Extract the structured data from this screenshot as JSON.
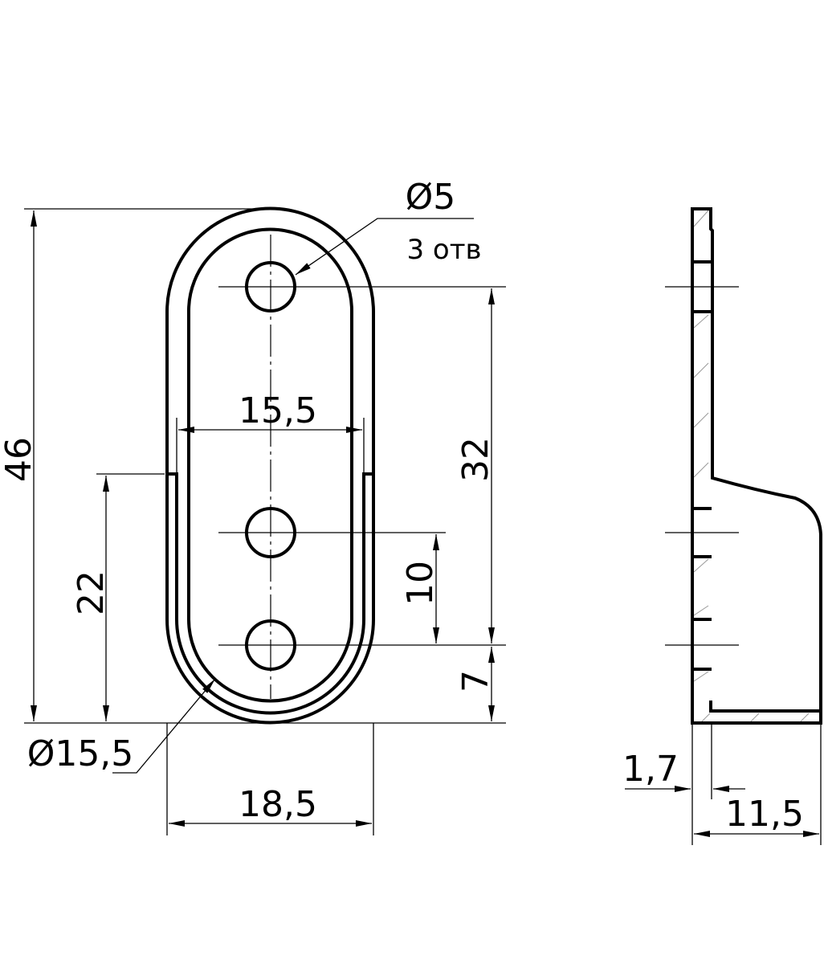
{
  "front_view": {
    "overall_height": "46",
    "lower_height": "22",
    "inner_width": "15,5",
    "outer_width": "18,5",
    "hole_spacing_top": "32",
    "hole_spacing_bottom": "10",
    "bottom_offset": "7",
    "hole_diameter": "Ø5",
    "hole_count": "3 отв",
    "arc_diameter": "Ø15,5"
  },
  "side_view": {
    "thickness": "1,7",
    "depth": "11,5"
  }
}
